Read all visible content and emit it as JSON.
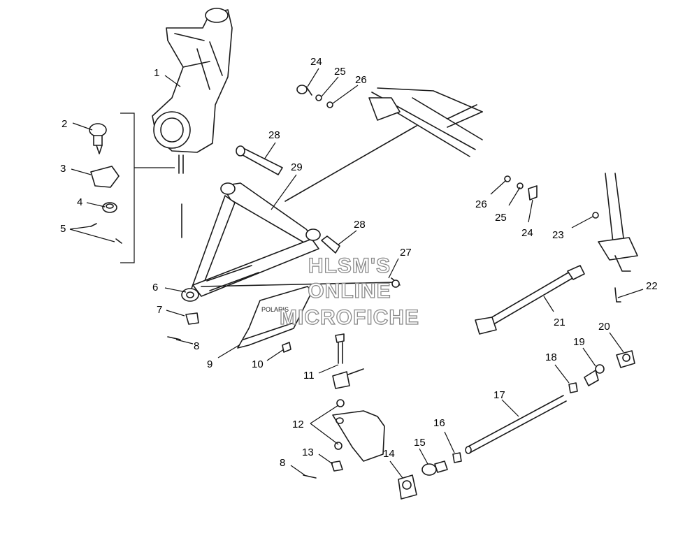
{
  "watermark": {
    "line1": "HLSM'S",
    "line2": "ONLINE",
    "line3": "MICROFICHE"
  },
  "guard_logo_text": "POLARIS",
  "callouts": [
    {
      "id": "c1",
      "text": "1"
    },
    {
      "id": "c2",
      "text": "2"
    },
    {
      "id": "c3",
      "text": "3"
    },
    {
      "id": "c4",
      "text": "4"
    },
    {
      "id": "c5",
      "text": "5"
    },
    {
      "id": "c6",
      "text": "6"
    },
    {
      "id": "c7",
      "text": "7"
    },
    {
      "id": "c8a",
      "text": "8"
    },
    {
      "id": "c8b",
      "text": "8"
    },
    {
      "id": "c9",
      "text": "9"
    },
    {
      "id": "c10",
      "text": "10"
    },
    {
      "id": "c11",
      "text": "11"
    },
    {
      "id": "c12",
      "text": "12"
    },
    {
      "id": "c13",
      "text": "13"
    },
    {
      "id": "c14",
      "text": "14"
    },
    {
      "id": "c15",
      "text": "15"
    },
    {
      "id": "c16",
      "text": "16"
    },
    {
      "id": "c17",
      "text": "17"
    },
    {
      "id": "c18",
      "text": "18"
    },
    {
      "id": "c19",
      "text": "19"
    },
    {
      "id": "c20",
      "text": "20"
    },
    {
      "id": "c21",
      "text": "21"
    },
    {
      "id": "c22",
      "text": "22"
    },
    {
      "id": "c23",
      "text": "23"
    },
    {
      "id": "c24a",
      "text": "24"
    },
    {
      "id": "c24b",
      "text": "24"
    },
    {
      "id": "c25a",
      "text": "25"
    },
    {
      "id": "c25b",
      "text": "25"
    },
    {
      "id": "c26a",
      "text": "26"
    },
    {
      "id": "c26b",
      "text": "26"
    },
    {
      "id": "c27",
      "text": "27"
    },
    {
      "id": "c28a",
      "text": "28"
    },
    {
      "id": "c28b",
      "text": "28"
    },
    {
      "id": "c29",
      "text": "29"
    }
  ]
}
